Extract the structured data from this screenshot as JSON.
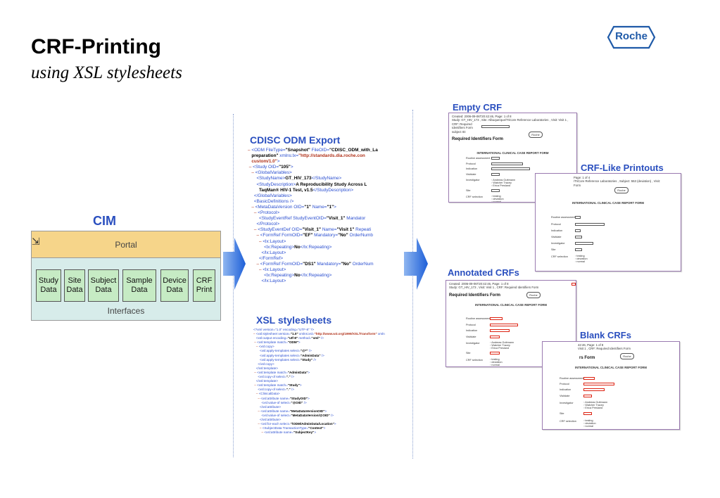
{
  "header": {
    "title": "CRF-Printing",
    "subtitle": "using XSL stylesheets",
    "logo_text": "Roche"
  },
  "cim": {
    "label": "CIM",
    "portal": "Portal",
    "interfaces": "Interfaces",
    "modules": [
      {
        "line1": "Study",
        "line2": "Data"
      },
      {
        "line1": "Site",
        "line2": "Data"
      },
      {
        "line1": "Subject",
        "line2": "Data"
      },
      {
        "line1": "Sample",
        "line2": "Data"
      },
      {
        "line1": "Device",
        "line2": "Data"
      },
      {
        "line1": "CRF",
        "line2": "Print"
      }
    ]
  },
  "odm": {
    "title": "CDISC ODM Export"
  },
  "xsl": {
    "title": "XSL stylesheets"
  },
  "outputs": {
    "empty": "Empty CRF",
    "printouts": "CRF-Like Printouts",
    "annotated": "Annotated CRFs",
    "blank": "Blank CRFs"
  },
  "doc_text": {
    "empty_hdr1": "Created: 2006-09-06T20:42:46, Page: 1 of 8",
    "empty_hdr2": "Study: GT_HIV_173 , Site: Albuquerque/TriCore Reference Laboratories , Visit: Visit 1 , CRF: Required",
    "empty_hdr3": "Identifiers Form",
    "empty_hdr4": "subject ID:",
    "annot_hdr1": "Created: 2006-09-06T20:42:46, Page: 1 of 8",
    "annot_hdr2": "Study: GT_HIV_173 , Visit: Visit 1 , CRF: Required Identifiers Form",
    "printout_hdr1": "Page: 1 of 4",
    "printout_hdr2": "/TriCore Reference Laboratories , Subject: 553 (deviation) , Visit:",
    "printout_hdr3": "Form",
    "blank_hdr1": "42:46, Page: 1 of 8",
    "blank_hdr2": "Visit 1 , CRF: Required Identifiers Form",
    "rif": "Required Identifiers Form",
    "rif_short": "rs Form",
    "icr": "INTERNATIONAL CLINICAL CASE REPORT FORM",
    "roche_mini": "Roche",
    "fields": [
      "Routine assessment",
      "Protocol",
      "Indication",
      "Visitdate",
      "Investigator",
      "Site",
      "CRF selection"
    ],
    "investigator_opts": [
      "Andreas Guttmann",
      "Watcher Tracey",
      "Erica Presland"
    ],
    "crf_opts": [
      "testing",
      "deviation",
      "normal"
    ]
  }
}
